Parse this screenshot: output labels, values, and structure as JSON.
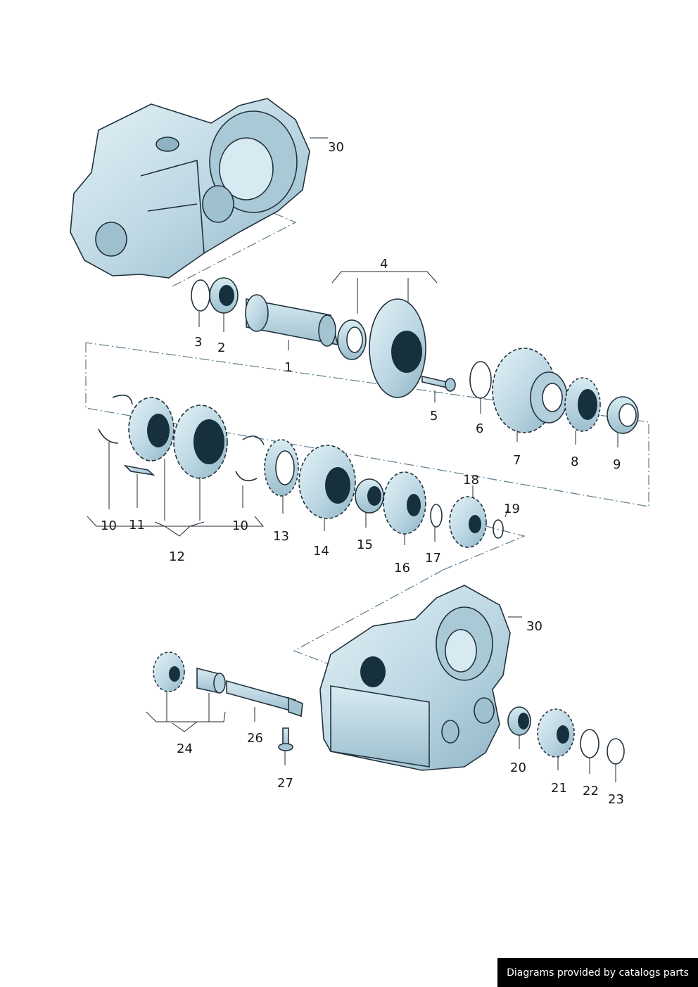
{
  "callouts": {
    "c1": "1",
    "c2": "2",
    "c3": "3",
    "c4": "4",
    "c5": "5",
    "c6": "6",
    "c7": "7",
    "c8": "8",
    "c9": "9",
    "c10": "10",
    "c11": "11",
    "c12": "12",
    "c13": "13",
    "c14": "14",
    "c15": "15",
    "c16": "16",
    "c17": "17",
    "c18": "18",
    "c19": "19",
    "c20": "20",
    "c21": "21",
    "c22": "22",
    "c23": "23",
    "c24": "24",
    "c26": "26",
    "c27": "27",
    "c30": "30"
  },
  "footer": {
    "credit": "Diagrams provided by catalogs parts"
  },
  "colors": {
    "part_fill": "#cfe3ec",
    "part_shade": "#a7c6d4",
    "outline": "#22323d",
    "dash": "#5d7a8c"
  }
}
